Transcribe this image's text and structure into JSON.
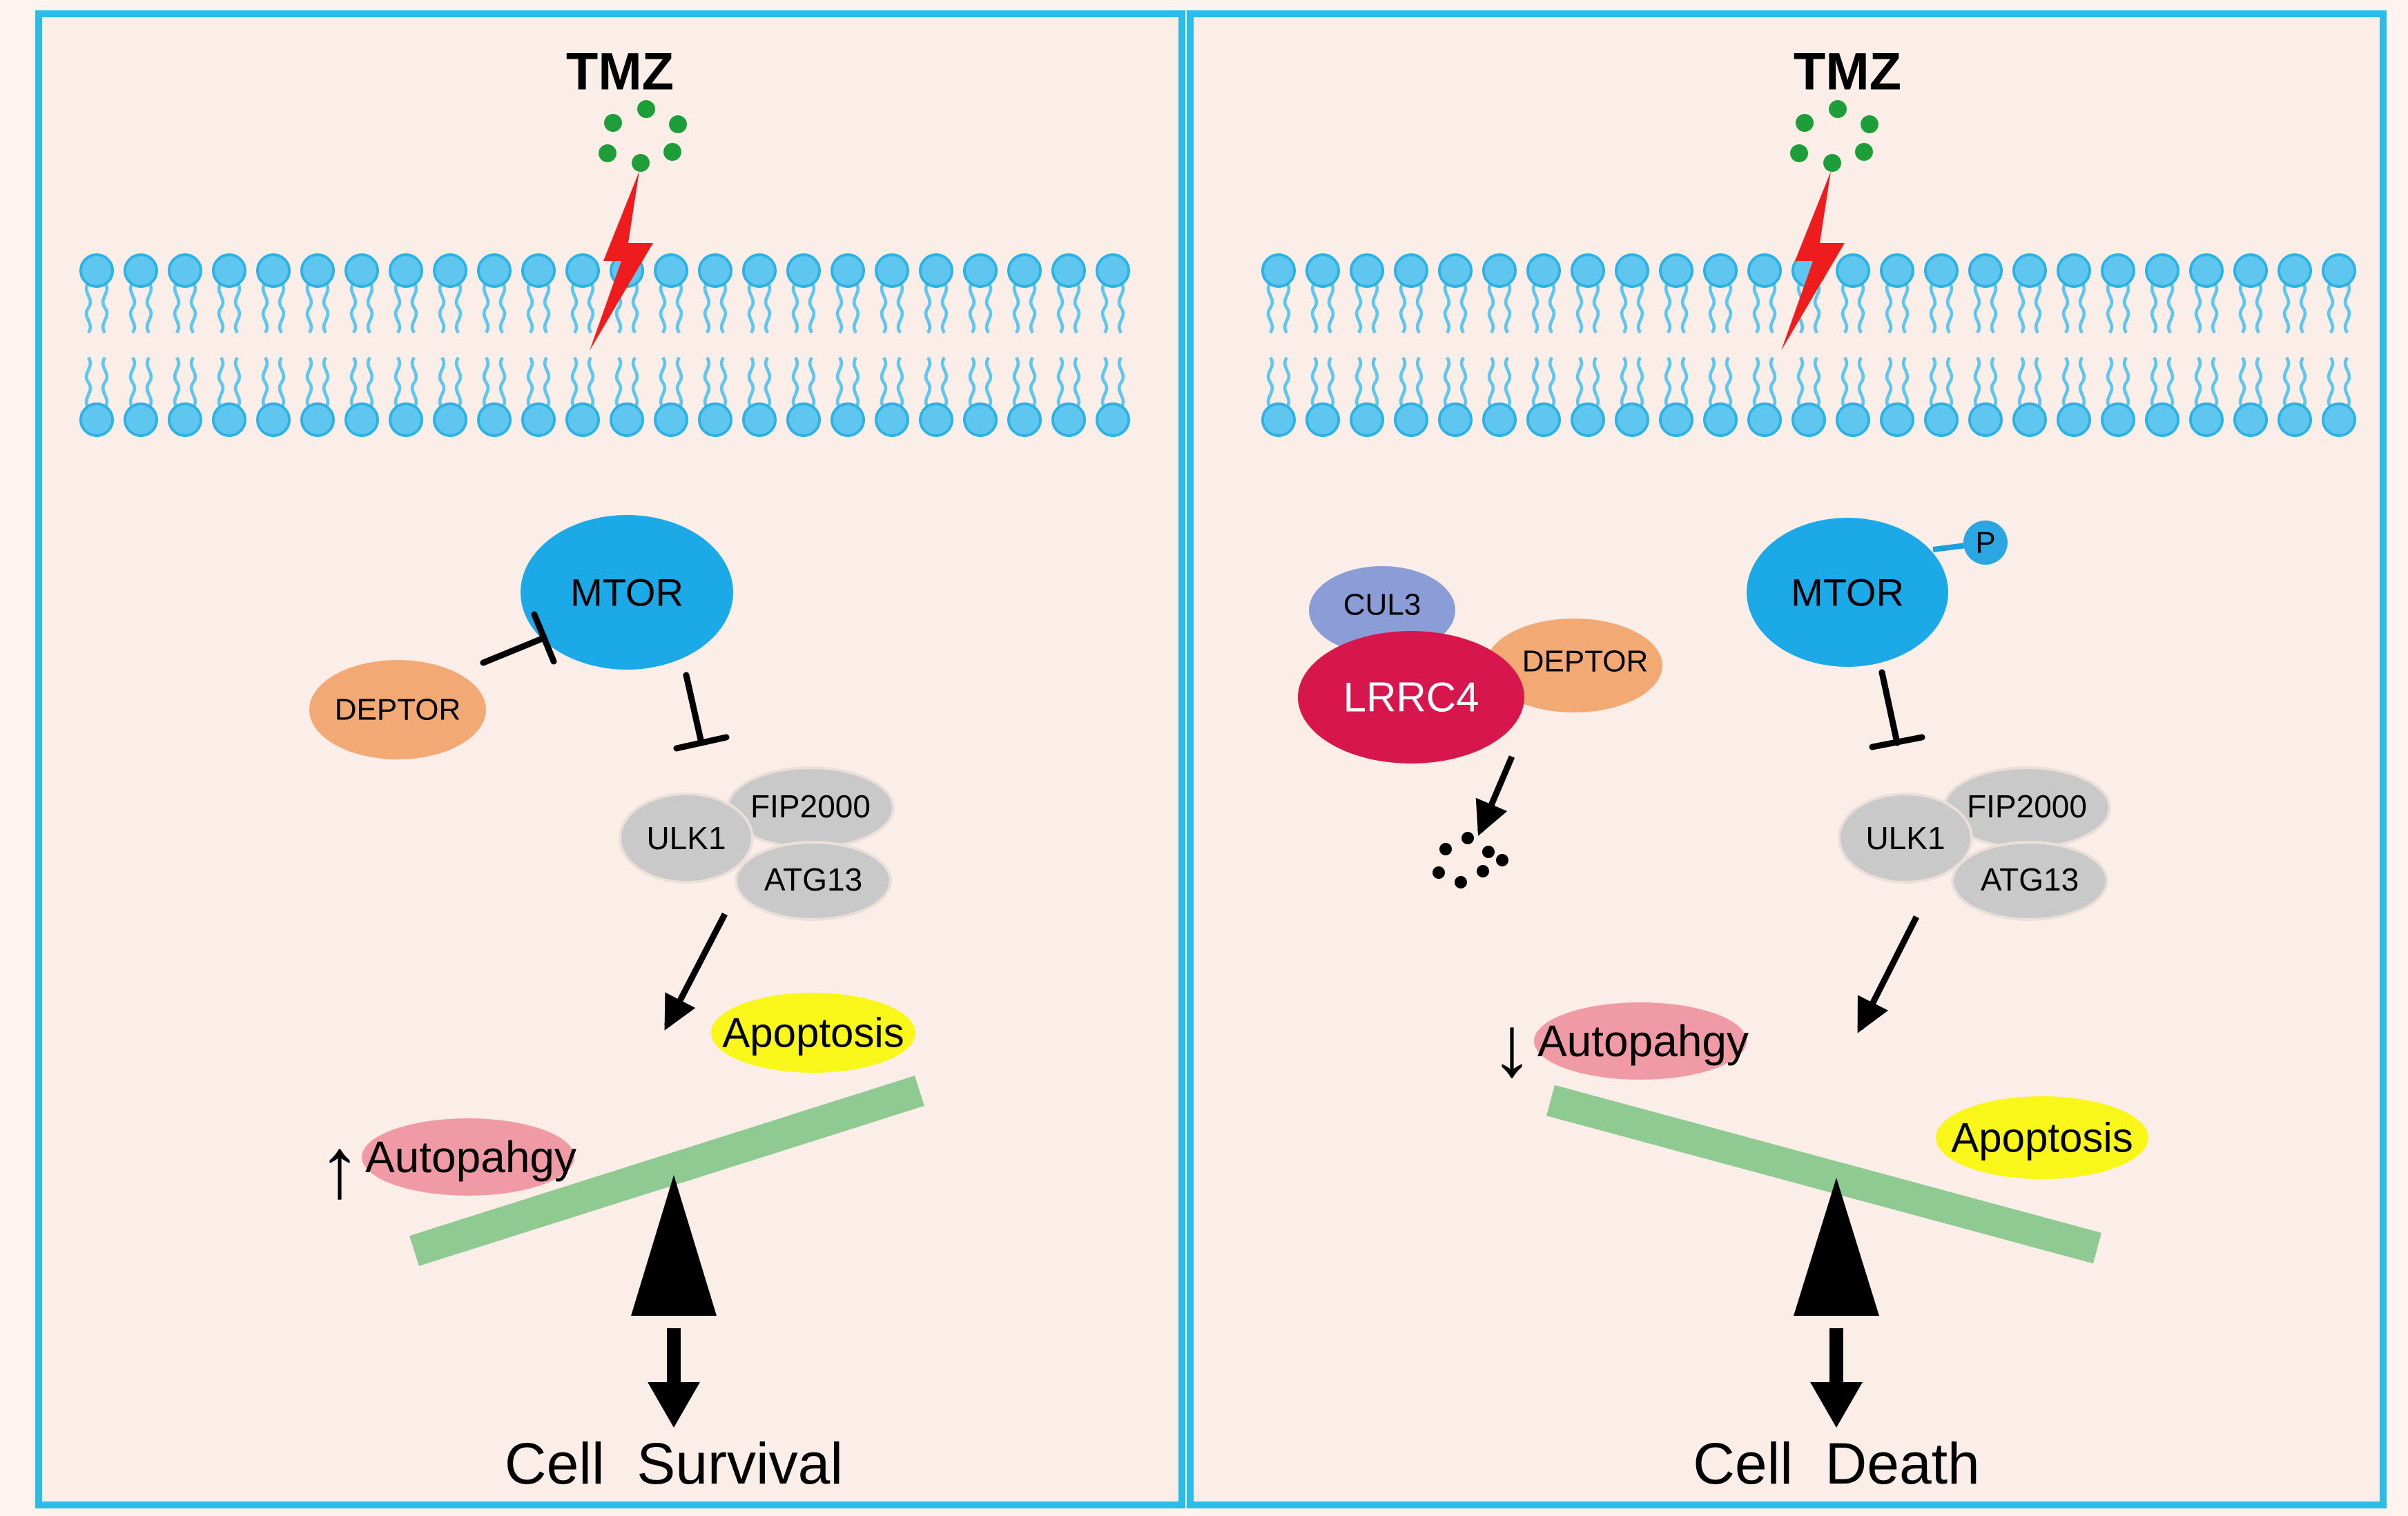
{
  "figure": {
    "left": {
      "stimulus_label": "TMZ",
      "mtor_label": "MTOR",
      "deptor_label": "DEPTOR",
      "ulk1_label": "ULK1",
      "fip2000_label": "FIP2000",
      "atg13_label": "ATG13",
      "apoptosis_label": "Apoptosis",
      "autophagy_arrow": "↑",
      "autophagy_label": "Autopahgy",
      "outcome_label": "Cell  Survival"
    },
    "right": {
      "stimulus_label": "TMZ",
      "cul3_label": "CUL3",
      "lrrc4_label": "LRRC4",
      "deptor_label": "DEPTOR",
      "mtor_label": "MTOR",
      "phospho_label": "P",
      "ulk1_label": "ULK1",
      "fip2000_label": "FIP2000",
      "atg13_label": "ATG13",
      "autophagy_arrow": "↓",
      "autophagy_label": "Autopahgy",
      "apoptosis_label": "Apoptosis",
      "outcome_label": "Cell  Death"
    }
  },
  "colors": {
    "panel_border": "#2bbde9",
    "panel_fill": "#fbeee8",
    "membrane_blue": "#5fc6ef",
    "tmz_green": "#1e9e39",
    "lightning_red": "#ee1c1c",
    "mtor_blue": "#1ba9e8",
    "deptor_orange": "#f2a973",
    "cul3_blue": "#8b9dd6",
    "lrrc4_red": "#d7164e",
    "complex_gray": "#c9c9c9",
    "apoptosis_yellow": "#f9f719",
    "autophagy_pink": "#f09aa5",
    "seesaw_green": "#8fca92",
    "phospho_blue": "#2aa7e0"
  }
}
